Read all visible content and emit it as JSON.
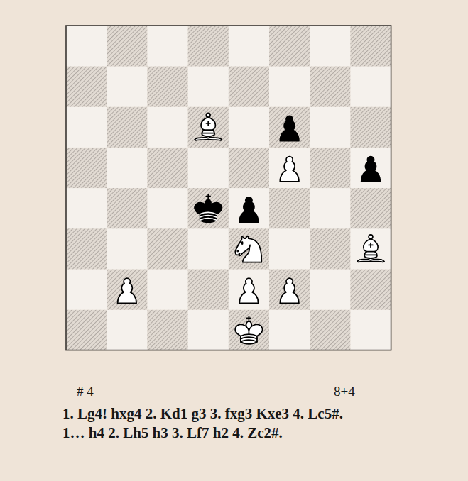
{
  "diagram": {
    "labels": [
      "# 4",
      "8+4",
      "1. Lg4! hxg4 2. Kd1 g3 3. fxg3 Kxe3 4. Lc5#.",
      "1… h4 2. Lh5 h3 3. Lf7 h2 4. Zc2#."
    ]
  }
}
